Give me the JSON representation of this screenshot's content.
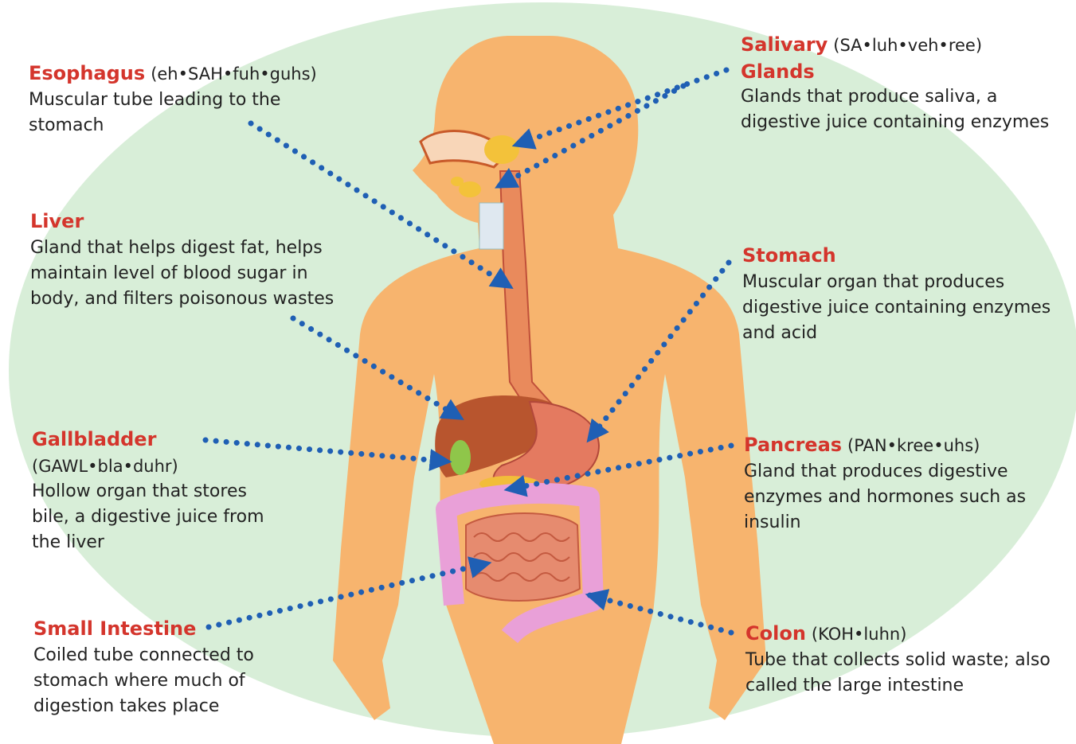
{
  "colors": {
    "term": "#d4352c",
    "dots": "#1f5fb4",
    "background": "#d8eed8",
    "skin": "#f7b46e"
  },
  "labels": {
    "esophagus": {
      "term": "Esophagus",
      "pron": "(eh•SAH•fuh•guhs)",
      "desc": [
        "Muscular tube leading to the",
        "stomach"
      ]
    },
    "liver": {
      "term": "Liver",
      "pron": "",
      "desc": [
        "Gland that helps digest fat, helps",
        "maintain level of blood sugar in",
        "body, and filters poisonous wastes"
      ]
    },
    "gallbladder": {
      "term": "Gallbladder",
      "pron": "(GAWL•bla•duhr)",
      "desc": [
        "Hollow organ that stores",
        "bile, a digestive juice from",
        "the liver"
      ]
    },
    "small_intestine": {
      "term": "Small Intestine",
      "pron": "",
      "desc": [
        "Coiled tube connected to",
        "stomach where much of",
        "digestion takes place"
      ]
    },
    "salivary": {
      "term": "Salivary",
      "term2": "Glands",
      "pron": "(SA•luh•veh•ree)",
      "desc": [
        "Glands that produce saliva, a",
        "digestive juice containing enzymes"
      ]
    },
    "stomach": {
      "term": "Stomach",
      "pron": "",
      "desc": [
        "Muscular organ that produces",
        "digestive juice containing enzymes",
        "and acid"
      ]
    },
    "pancreas": {
      "term": "Pancreas",
      "pron": "(PAN•kree•uhs)",
      "desc": [
        "Gland that produces digestive",
        "enzymes and hormones such as",
        "insulin"
      ]
    },
    "colon": {
      "term": "Colon",
      "pron": "(KOH•luhn)",
      "desc": [
        "Tube that collects solid waste; also",
        "called the large intestine"
      ]
    }
  }
}
